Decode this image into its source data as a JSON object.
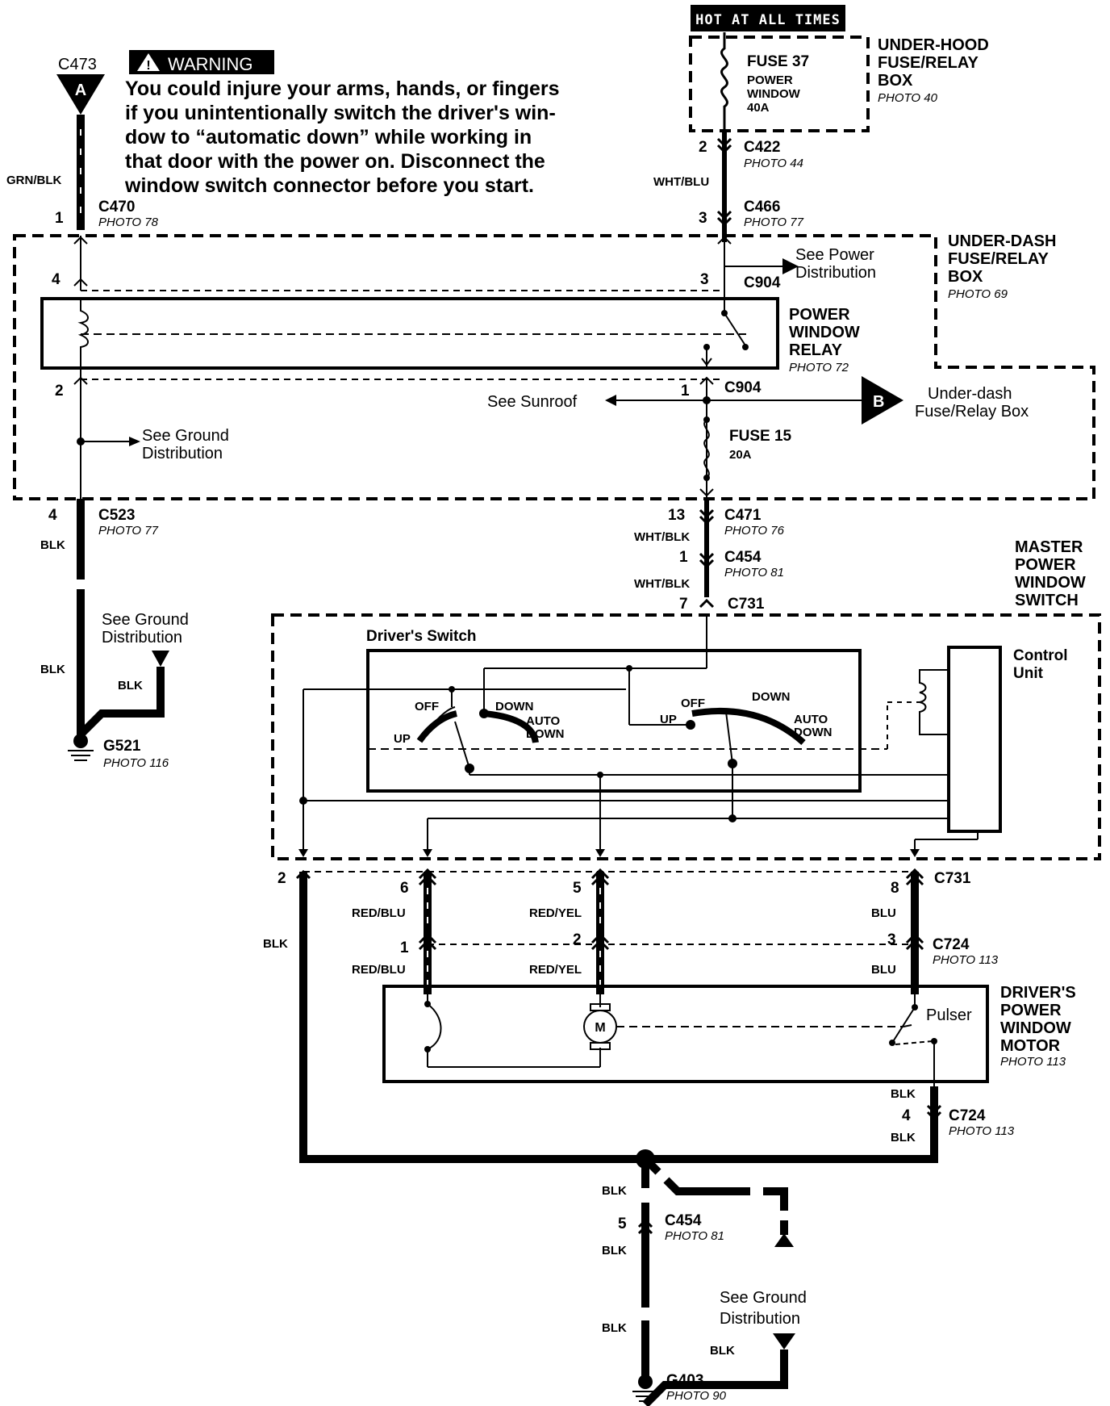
{
  "hot_at_all_times": "HOT AT ALL TIMES",
  "warning": {
    "title": "WARNING",
    "lines": [
      "You could injure your arms, hands, or fingers",
      "if you unintentionally switch the driver's win-",
      "dow to “automatic down” while working in",
      "that door with the power on. Disconnect the",
      "window switch connector before you start."
    ]
  },
  "components": {
    "underhood_box": {
      "lines": [
        "UNDER-HOOD",
        "FUSE/RELAY",
        "BOX"
      ],
      "photo": "PHOTO 40"
    },
    "fuse37": {
      "name": "FUSE 37",
      "lines": [
        "POWER",
        "WINDOW",
        "40A"
      ]
    },
    "underdash_box": {
      "lines": [
        "UNDER-DASH",
        "FUSE/RELAY",
        "BOX"
      ],
      "photo": "PHOTO 69"
    },
    "relay": {
      "lines": [
        "POWER",
        "WINDOW",
        "RELAY"
      ],
      "photo": "PHOTO 72"
    },
    "fuse15": {
      "name": "FUSE 15",
      "rating": "20A"
    },
    "master_switch": {
      "lines": [
        "MASTER",
        "POWER",
        "WINDOW",
        "SWITCH"
      ]
    },
    "drivers_switch": "Driver's Switch",
    "control_unit": [
      "Control",
      "Unit"
    ],
    "motor": {
      "lines": [
        "DRIVER'S",
        "POWER",
        "WINDOW",
        "MOTOR"
      ],
      "photo": "PHOTO 113",
      "symbol": "M"
    },
    "pulser": "Pulser"
  },
  "connectors": {
    "c473": "C473",
    "c470": {
      "name": "C470",
      "photo": "PHOTO 78"
    },
    "c422": {
      "name": "C422",
      "photo": "PHOTO 44"
    },
    "c466": {
      "name": "C466",
      "photo": "PHOTO 77"
    },
    "c904": "C904",
    "c523": {
      "name": "C523",
      "photo": "PHOTO 77"
    },
    "c471": {
      "name": "C471",
      "photo": "PHOTO 76"
    },
    "c454_top": {
      "name": "C454",
      "photo": "PHOTO 81"
    },
    "c731": "C731",
    "c724": {
      "name": "C724",
      "photo": "PHOTO 113"
    },
    "c454_bot": {
      "name": "C454",
      "photo": "PHOTO 81"
    },
    "g521": {
      "name": "G521",
      "photo": "PHOTO 116"
    },
    "g403": {
      "name": "G403",
      "photo": "PHOTO 90"
    }
  },
  "refs": {
    "a": "A",
    "b": "B",
    "power_dist": [
      "See Power",
      "Distribution"
    ],
    "sunroof": "See Sunroof",
    "ground_dist": [
      "See Ground",
      "Distribution"
    ],
    "underdash_ref": [
      "Under-dash",
      "Fuse/Relay Box"
    ]
  },
  "switch_labels": {
    "off": "OFF",
    "down": "DOWN",
    "auto": "AUTO",
    "auto_down": "DOWN",
    "up": "UP"
  },
  "wire_colors": {
    "grn_blk": "GRN/BLK",
    "wht_blu": "WHT/BLU",
    "wht_blk": "WHT/BLK",
    "blk": "BLK",
    "red_blu": "RED/BLU",
    "red_yel": "RED/YEL",
    "blu": "BLU"
  },
  "pins": {
    "p1": "1",
    "p2": "2",
    "p3": "3",
    "p4": "4",
    "p5": "5",
    "p6": "6",
    "p7": "7",
    "p8": "8",
    "p13": "13"
  }
}
